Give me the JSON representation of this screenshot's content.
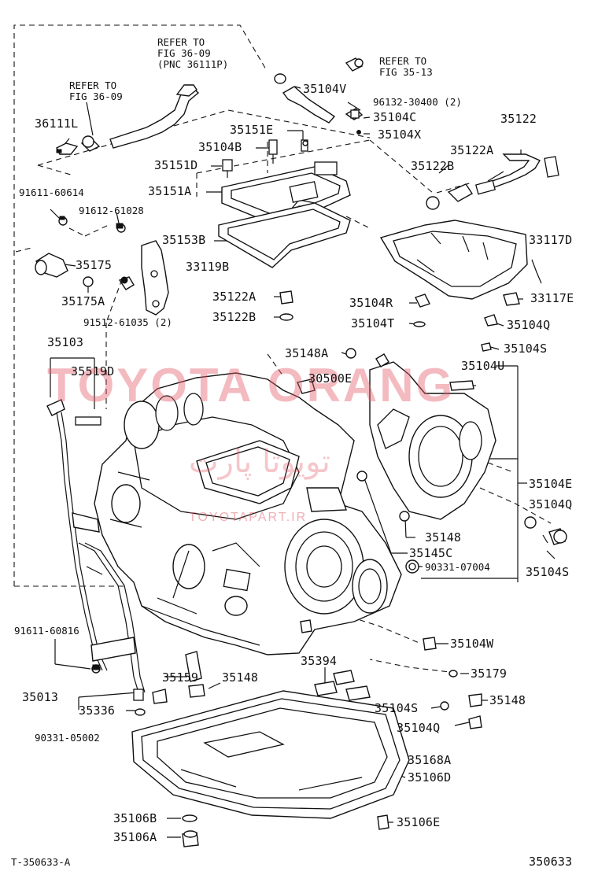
{
  "refs": {
    "fig_36_09_pnc": [
      "REFER TO",
      "FIG 36-09",
      "(PNC 36111P)"
    ],
    "fig_36_09": [
      "REFER TO",
      "FIG 36-09"
    ],
    "fig_35_13": [
      "REFER TO",
      "FIG 35-13"
    ]
  },
  "labels": {
    "p35104V": "35104V",
    "p96132": "96132-30400 (2)",
    "p35104C": "35104C",
    "p35122": "35122",
    "p36111L": "36111L",
    "p35151E": "35151E",
    "p35104X": "35104X",
    "p35104B": "35104B",
    "p35122A_top": "35122A",
    "p35151D": "35151D",
    "p35122B_top": "35122B",
    "p35151A": "35151A",
    "p91611_60614": "91611-60614",
    "p91612_61028": "91612-61028",
    "p35153B": "35153B",
    "p33117D": "33117D",
    "p35175": "35175",
    "p33119B": "33119B",
    "p35175A": "35175A",
    "p35122A": "35122A",
    "p35104R": "35104R",
    "p33117E": "33117E",
    "p91512": "91512-61035 (2)",
    "p35122B": "35122B",
    "p35104T": "35104T",
    "p35104Q_top": "35104Q",
    "p35103": "35103",
    "p35148A": "35148A",
    "p35104S_top": "35104S",
    "p35519D": "35519D",
    "p30500E": "30500E",
    "p35104U": "35104U",
    "p35104E": "35104E",
    "p35104Q_mid": "35104Q",
    "p35148_mid": "35148",
    "p35145C": "35145C",
    "p35104S_mid": "35104S",
    "p90331_07004": "90331-07004",
    "p91611_60816": "91611-60816",
    "p35104W": "35104W",
    "p35394": "35394",
    "p35159": "35159",
    "p35148_low": "35148",
    "p35179": "35179",
    "p35013": "35013",
    "p35148_r": "35148",
    "p35336": "35336",
    "p35104S_low": "35104S",
    "p35104Q_low": "35104Q",
    "p90331_05002": "90331-05002",
    "p35168A": "35168A",
    "p35106D": "35106D",
    "p35106B": "35106B",
    "p35106E": "35106E",
    "p35106A": "35106A"
  },
  "footer": {
    "left_code": "T-350633-A",
    "right_code": "350633"
  },
  "watermark": {
    "main": "TOYOTA ORANG",
    "sub": "TOYOTAPART.IR",
    "script": "تويوتا پارت"
  }
}
